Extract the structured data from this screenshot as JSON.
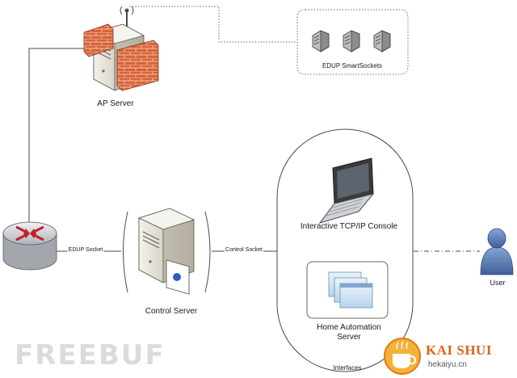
{
  "nodes": {
    "ap_server": "AP Server",
    "smart_sockets": "EDUP SmartSockets",
    "control_server": "Control Server",
    "tcp_console": "Interactive TCP/IP Console",
    "home_automation": "Home Automation Server",
    "user": "User"
  },
  "edges": {
    "edup_socket": "EDUP Socket",
    "control_socket": "Control Socket"
  },
  "groups": {
    "interfaces": "Interfaces"
  },
  "watermarks": {
    "freebuf": "FREEBUF",
    "kaishui": "KAI SHUI",
    "kaishui_site": "hekaiyu.cn"
  },
  "colors": {
    "router_fill": "#c9ccd0",
    "router_arrows": "#c0222b",
    "firewall_brick": "#d9643a",
    "server_body": "#e7e4db",
    "user_body": "#5b7fb8",
    "line": "#4a4a4a"
  }
}
